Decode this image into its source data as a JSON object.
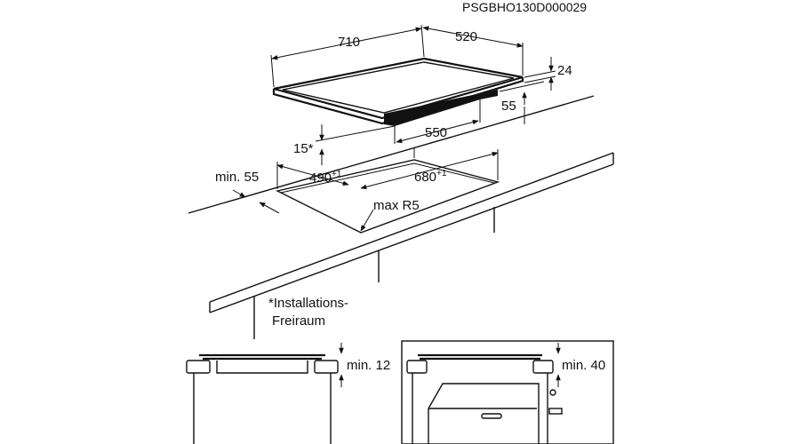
{
  "drawing_code": "PSGBHO130D000029",
  "hob": {
    "width": "710",
    "depth": "520",
    "height": "24",
    "box_height": "55",
    "box_width": "550"
  },
  "cutout": {
    "clearance": "15*",
    "min_wall": "min. 55",
    "depth": "490",
    "depth_tol": "+1",
    "width": "680",
    "width_tol": "+1",
    "radius": "max R5"
  },
  "note": {
    "line1": "*Installations-",
    "line2": "Freiraum"
  },
  "detail_left": {
    "label": "min. 12"
  },
  "detail_right": {
    "label": "min. 40"
  }
}
